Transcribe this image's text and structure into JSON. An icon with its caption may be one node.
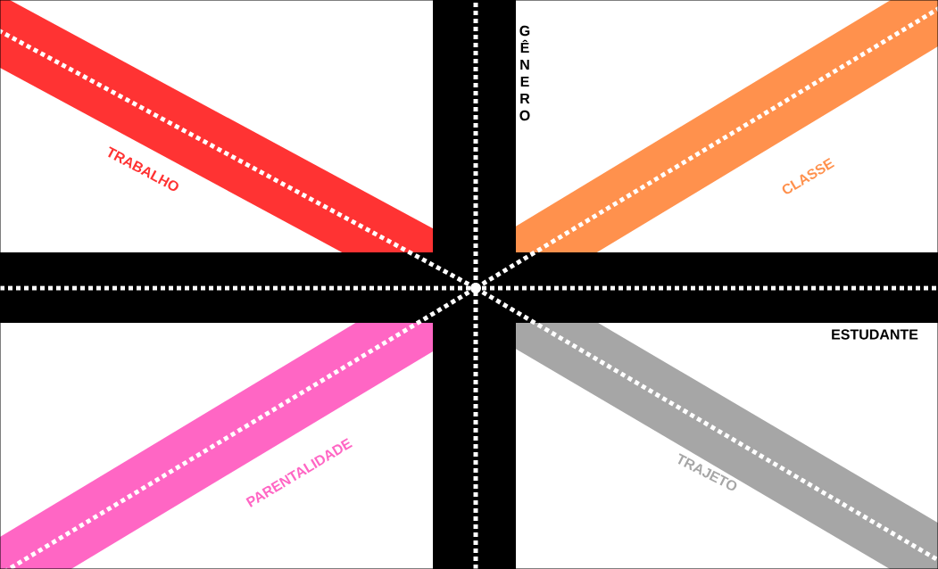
{
  "diagram": {
    "labels": [
      "GÊNERO",
      "TRABALHO",
      "CLASSE",
      "ESTUDANTE",
      "PARENTALIDADE",
      "TRAJETO"
    ]
  }
}
